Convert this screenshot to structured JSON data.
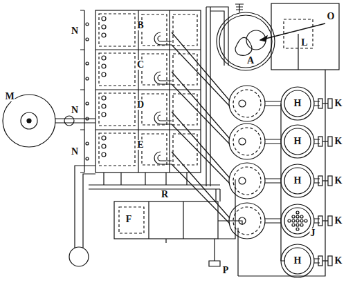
{
  "diagram": {
    "labels": [
      "O",
      "L",
      "A",
      "B",
      "N",
      "M",
      "C",
      "N",
      "D",
      "N",
      "E",
      "H",
      "H",
      "H",
      "J",
      "H",
      "K",
      "K",
      "K",
      "K",
      "K",
      "R",
      "F",
      "P"
    ]
  }
}
